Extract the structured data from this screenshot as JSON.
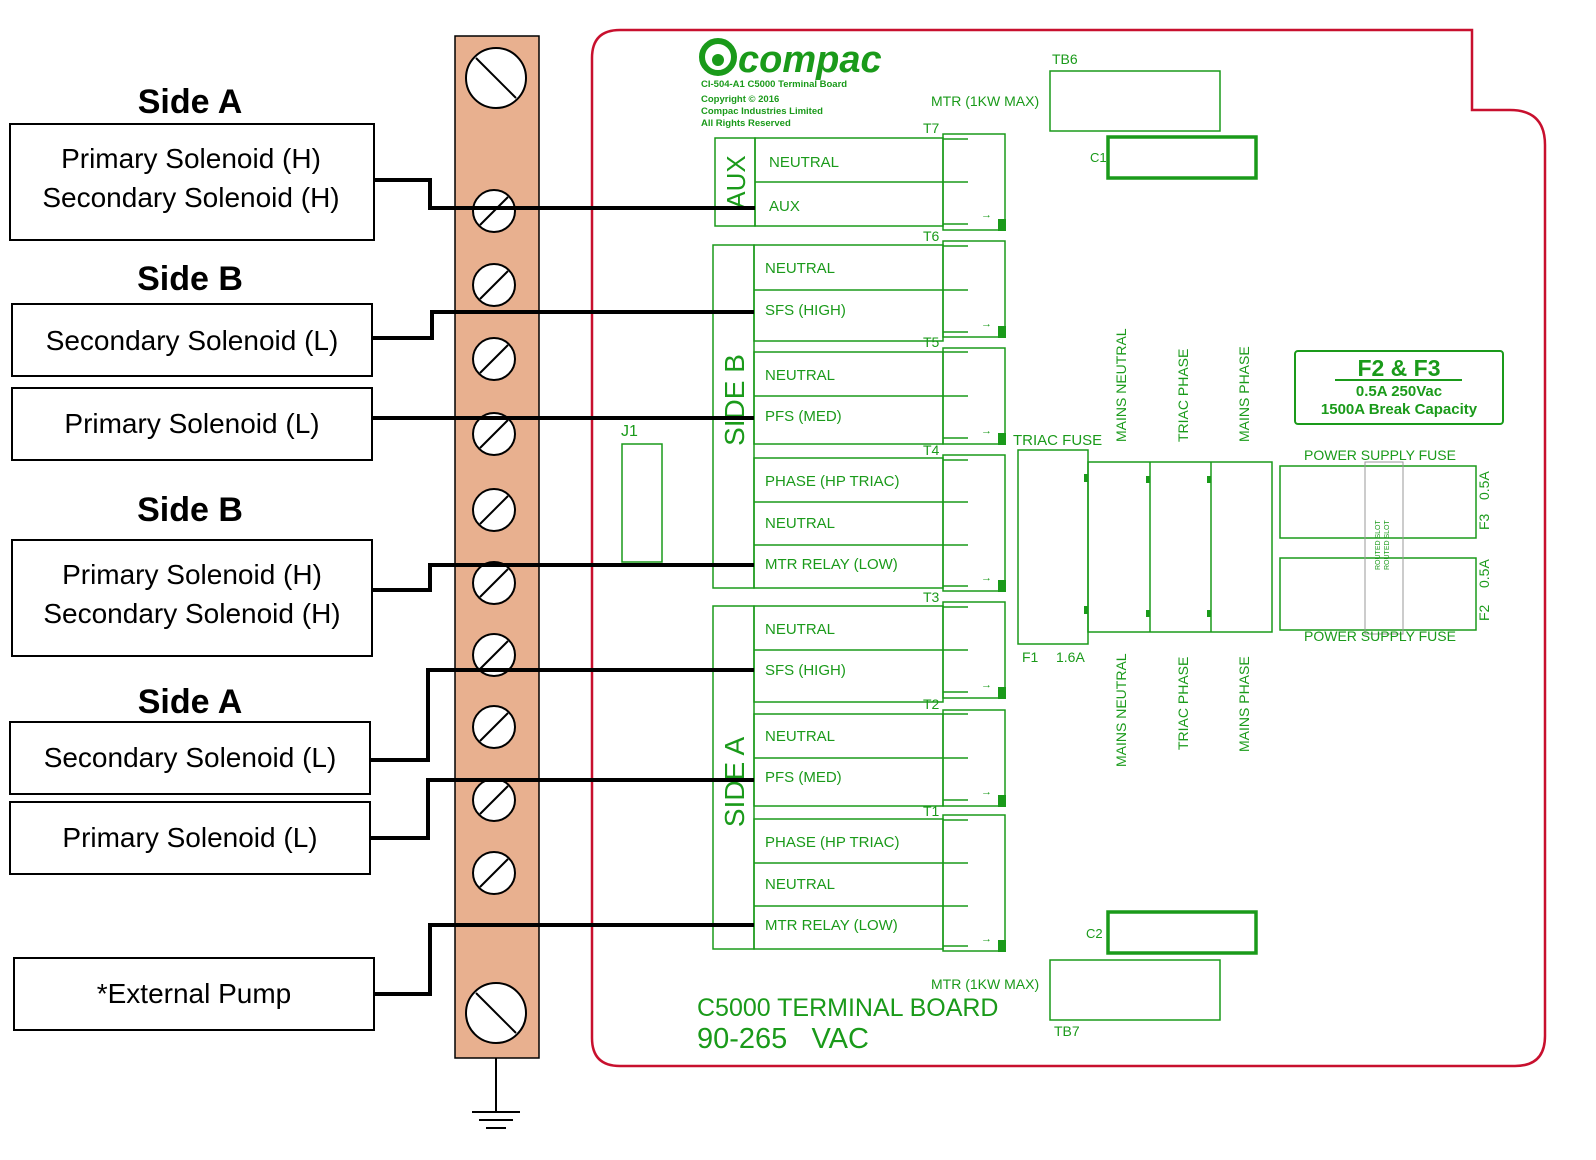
{
  "left_labels": {
    "side_a_top": "Side A",
    "box1_line1": "Primary Solenoid (H)",
    "box1_line2": "Secondary Solenoid (H)",
    "side_b_top": "Side B",
    "box2": "Secondary Solenoid (L)",
    "box3": "Primary Solenoid (L)",
    "side_b_mid": "Side B",
    "box4_line1": "Primary Solenoid (H)",
    "box4_line2": "Secondary Solenoid (H)",
    "side_a_mid": "Side A",
    "box5": "Secondary Solenoid (L)",
    "box6": "Primary Solenoid (L)",
    "box7": "*External Pump"
  },
  "board": {
    "logo": "compac",
    "model_line": "CI-504-A1 C5000 Terminal Board",
    "copyright1": "Copyright © 2016",
    "copyright2": "Compac Industries Limited",
    "copyright3": "All Rights Reserved",
    "title": "C5000 TERMINAL BOARD",
    "voltage": "90-265   VAC",
    "tb6": "TB6",
    "tb7": "TB7",
    "mtr_top": "MTR (1KW MAX)",
    "mtr_bottom": "MTR (1KW MAX)",
    "c1": "C1",
    "c2": "C2",
    "j1": "J1",
    "aux_group": "AUX",
    "side_b_group": "SIDE B",
    "side_a_group": "SIDE A",
    "t7": "T7",
    "t6": "T6",
    "t5": "T5",
    "t4": "T4",
    "t3": "T3",
    "t2": "T2",
    "t1": "T1",
    "aux_rows": [
      "NEUTRAL",
      "AUX"
    ],
    "t6_rows": [
      "NEUTRAL",
      "SFS (HIGH)"
    ],
    "t5_rows": [
      "NEUTRAL",
      "PFS (MED)"
    ],
    "t4_rows": [
      "PHASE (HP TRIAC)",
      "NEUTRAL",
      "MTR RELAY (LOW)"
    ],
    "t3_rows": [
      "NEUTRAL",
      "SFS (HIGH)"
    ],
    "t2_rows": [
      "NEUTRAL",
      "PFS (MED)"
    ],
    "t1_rows": [
      "PHASE (HP TRIAC)",
      "NEUTRAL",
      "MTR RELAY (LOW)"
    ],
    "triac_fuse": "TRIAC FUSE",
    "f1": "F1",
    "f1_rating": "1.6A",
    "mains_neutral_top": "MAINS NEUTRAL",
    "triac_phase_top": "TRIAC PHASE",
    "mains_phase_top": "MAINS PHASE",
    "mains_neutral_bottom": "MAINS NEUTRAL",
    "triac_phase_bottom": "TRIAC PHASE",
    "mains_phase_bottom": "MAINS PHASE",
    "f2f3_title": "F2 & F3",
    "f2f3_rating": "0.5A   250Vac",
    "f2f3_capacity": "1500A Break Capacity",
    "psf_top": "POWER SUPPLY FUSE",
    "psf_bottom": "POWER SUPPLY FUSE",
    "f3": "F3",
    "f3_rating": "0.5A",
    "f2": "F2",
    "f2_rating": "0.5A",
    "routed_slot_1": "ROUTED SLOT",
    "routed_slot_2": "ROUTED SLOT"
  },
  "colors": {
    "board_outline": "#c8102e",
    "board_text": "#1a9a1a",
    "terminal_strip": "#e8b08f"
  }
}
